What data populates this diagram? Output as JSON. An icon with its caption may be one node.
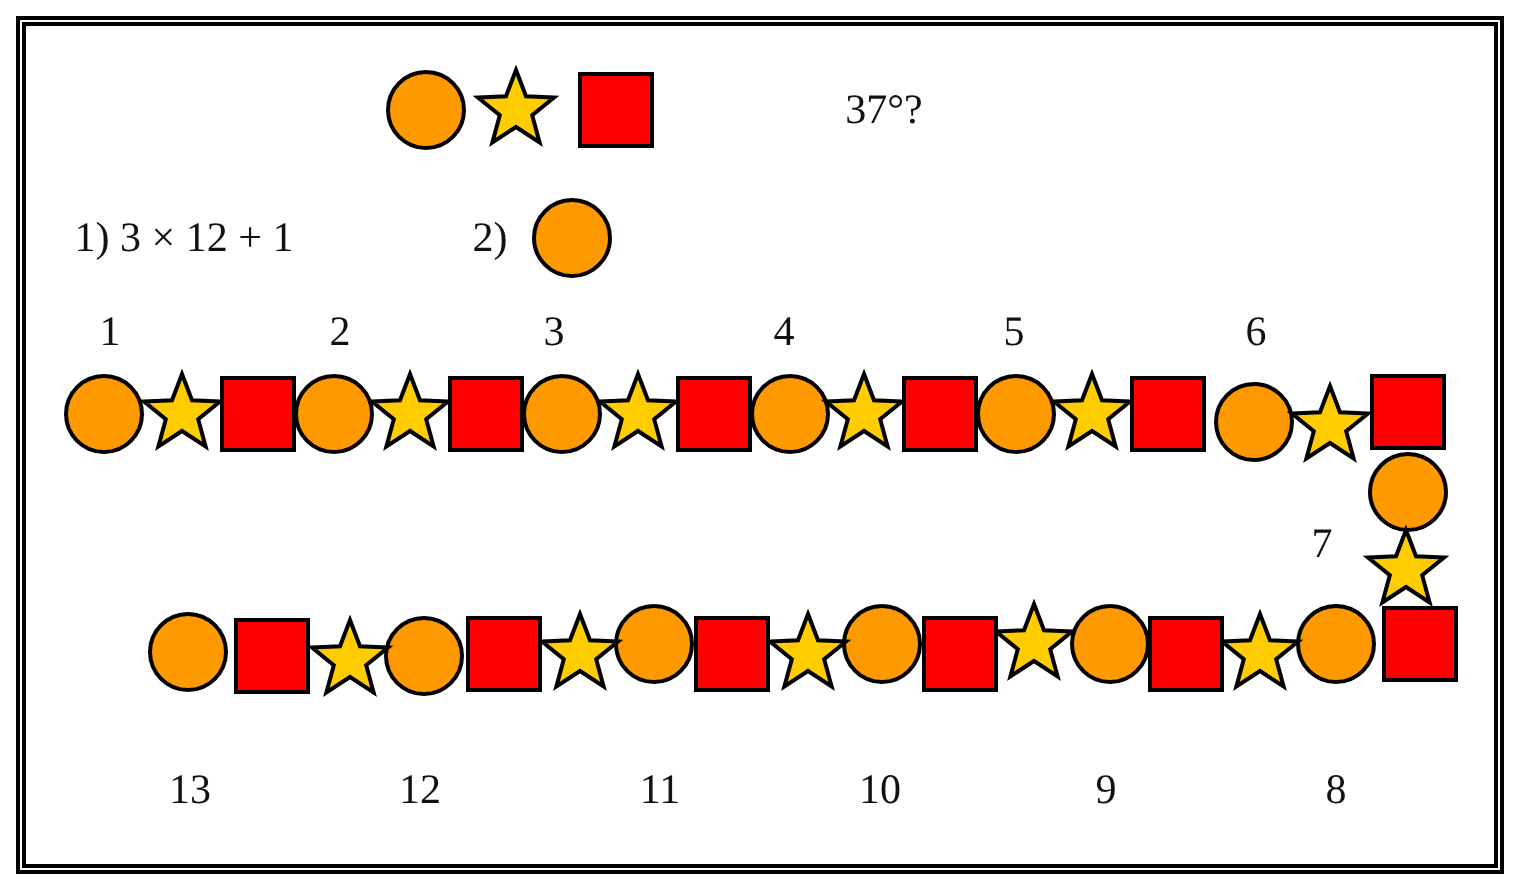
{
  "diagram": {
    "labels": [
      "37°?",
      "1) 3 × 12 + 1",
      "2)",
      "1",
      "2",
      "3",
      "4",
      "5",
      "6",
      "7",
      "13",
      "12",
      "11",
      "10",
      "9",
      "8"
    ]
  }
}
